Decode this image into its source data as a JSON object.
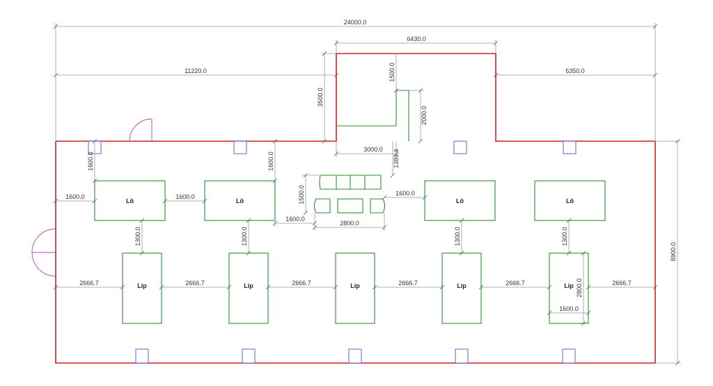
{
  "colors": {
    "wall": "#cc2222",
    "furniture": "#2e8b2e",
    "column": "#5050c8",
    "door": "#c040c0",
    "dimension": "#999999"
  },
  "dimensions": {
    "overall_width": "24000.0",
    "top_left_segment": "11220.0",
    "top_bump_width": "6430.0",
    "top_right_segment": "6350.0",
    "bump_depth": "3500.0",
    "counter_offset_top": "1500.0",
    "counter_height": "2000.0",
    "counter_width": "3000.0",
    "overall_height": "8900.0",
    "col1_to_lo_a": "1600.0",
    "col2_to_lo_b": "1600.0",
    "wall_to_lo_a": "1600.0",
    "lo_a_to_lo_b": "1600.0",
    "lo_b_to_sofa": "1600.0",
    "sofa_to_lo_c": "1600.0",
    "sofa_depth": "1500.0",
    "sofa_width": "2800.0",
    "gap_counter_sofa": "1389.4",
    "lo_to_lip_1": "1300.0",
    "lo_to_lip_2": "1300.0",
    "lo_to_lip_4": "1300.0",
    "lo_to_lip_5": "1300.0",
    "lip_gaps": [
      "2666.7",
      "2666.7",
      "2666.7",
      "2666.7",
      "2666.7",
      "2666.7"
    ],
    "lip_length": "2800.0",
    "lip_width": "1600.0"
  },
  "furniture": {
    "lo_blocks": [
      "Lô",
      "Lô",
      "Lô",
      "Lô"
    ],
    "lip_blocks": [
      "Lip",
      "Lip",
      "Lip",
      "Lip",
      "Lip"
    ]
  }
}
